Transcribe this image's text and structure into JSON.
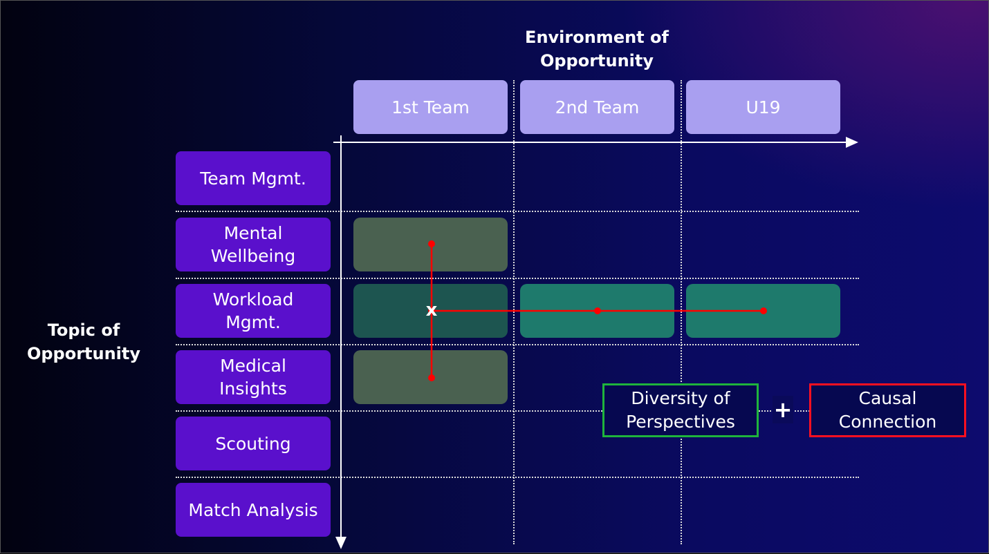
{
  "titles": {
    "environment": "Environment of Opportunity",
    "topic": "Topic of Opportunity"
  },
  "columns": [
    "1st Team",
    "2nd Team",
    "U19"
  ],
  "rows": [
    "Team Mgmt.",
    "Mental Wellbeing",
    "Workload Mgmt.",
    "Medical Insights",
    "Scouting",
    "Match Analysis"
  ],
  "marker": "x",
  "legend": {
    "diversity": "Diversity of Perspectives",
    "plus": "+",
    "causal": "Causal Connection"
  },
  "colors": {
    "column_header": "#a99ff0",
    "row_header": "#5a10cc",
    "cell_olive": "#4a6150",
    "cell_teal_dark": "#1d5550",
    "cell_teal": "#1e7a6c",
    "connector": "#ff0000",
    "diversity_border": "#1fb43c",
    "causal_border": "#ff1020"
  }
}
